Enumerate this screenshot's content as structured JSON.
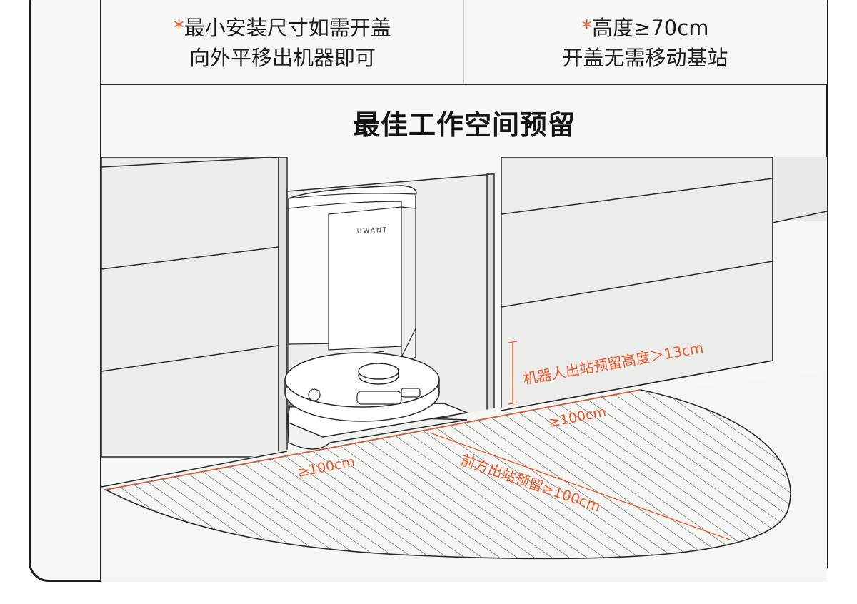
{
  "top_left": {
    "star": "*",
    "line1": "最小安装尺寸如需开盖",
    "line2": "向外平移出机器即可"
  },
  "top_right": {
    "star": "*",
    "line1": "高度≥70cm",
    "line2": "开盖无需移动基站"
  },
  "section_title": "最佳工作空间预留",
  "illustration": {
    "brand_logo": "UWANT",
    "labels": {
      "robot_exit_height": "机器人出站预留高度＞13cm",
      "right_clearance": "≥100cm",
      "left_clearance": "≥100cm",
      "front_clearance": "前方出站预留≥100cm"
    }
  },
  "colors": {
    "accent": "#ef5a2b",
    "frame": "#1d1d1d",
    "background": "#f7f7f6"
  }
}
